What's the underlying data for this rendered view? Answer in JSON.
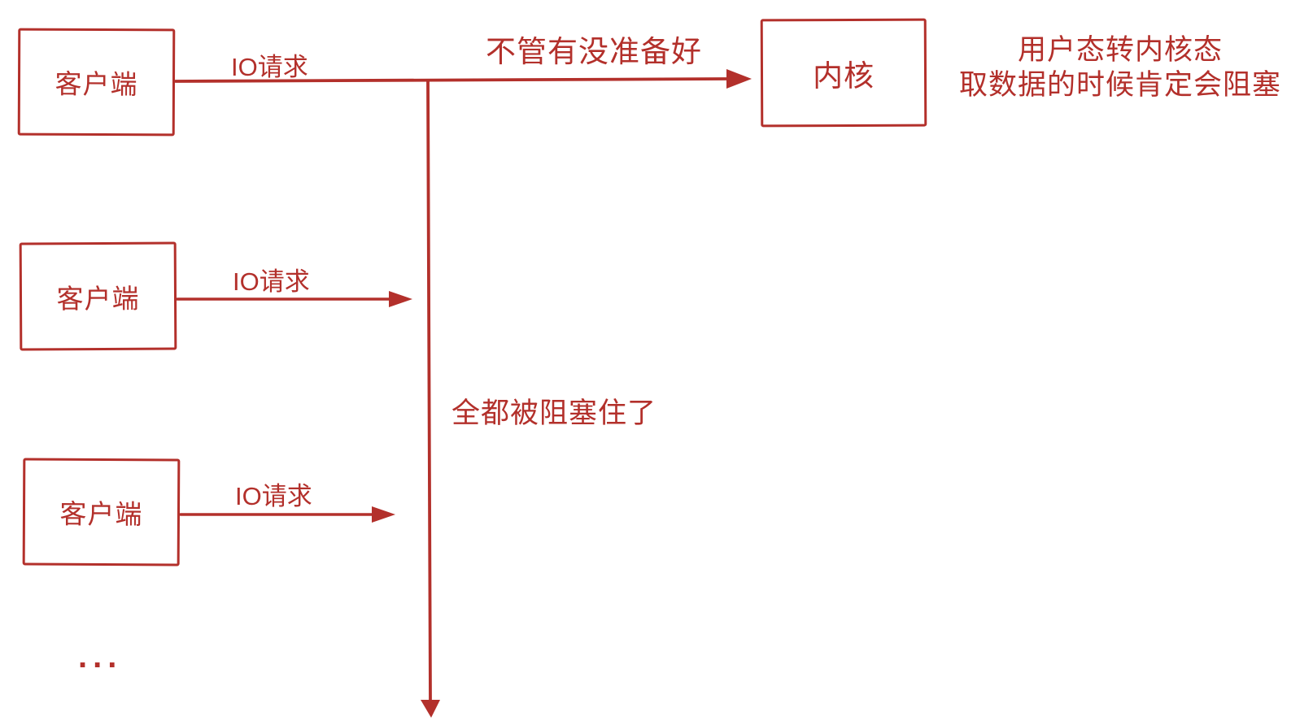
{
  "colors": {
    "accent": "#b3302b",
    "background": "#ffffff"
  },
  "nodes": {
    "client1": {
      "label": "客户端"
    },
    "client2": {
      "label": "客户端"
    },
    "client3": {
      "label": "客户端"
    },
    "kernel": {
      "label": "内核"
    }
  },
  "labels": {
    "io_request_1": "IO请求",
    "io_request_2": "IO请求",
    "io_request_3": "IO请求",
    "arrow_note": "不管有没准备好",
    "kernel_note_line1": "用户态转内核态",
    "kernel_note_line2": "取数据的时候肯定会阻塞",
    "blocked_note": "全都被阻塞住了",
    "more_clients": "..."
  }
}
